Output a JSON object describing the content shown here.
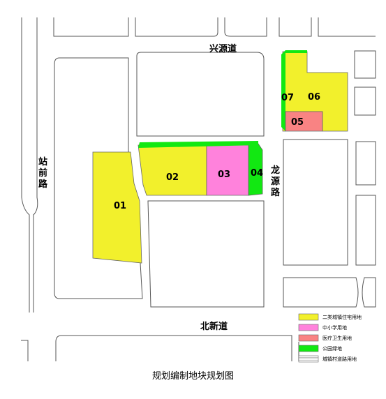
{
  "caption": "规划编制地块规划图",
  "roads": {
    "top": "兴源道",
    "left": "站前路",
    "right": "龙源路",
    "bottom": "北新道"
  },
  "parcels": [
    {
      "id": "01",
      "label": "01",
      "use": "二类城镇住宅用地"
    },
    {
      "id": "02",
      "label": "02",
      "use": "二类城镇住宅用地"
    },
    {
      "id": "03",
      "label": "03",
      "use": "中小学用地"
    },
    {
      "id": "04",
      "label": "04",
      "use": "公园绿地"
    },
    {
      "id": "05",
      "label": "05",
      "use": "医疗卫生用地"
    },
    {
      "id": "06",
      "label": "06",
      "use": "二类城镇住宅用地"
    },
    {
      "id": "07",
      "label": "07",
      "use": "公园绿地"
    }
  ],
  "legend": [
    {
      "label": "二类城镇住宅用地",
      "color": "#f2f02c"
    },
    {
      "label": "中小学用地",
      "color": "#ff82dc"
    },
    {
      "label": "医疗卫生用地",
      "color": "#f98383"
    },
    {
      "label": "公园绿地",
      "color": "#12e812"
    },
    {
      "label": "城镇村道路用地",
      "color": "#ffffff"
    }
  ],
  "colors": {
    "residential": "#f2f02c",
    "school": "#ff82dc",
    "medical": "#f98383",
    "park": "#12e812",
    "outline": "#555555"
  }
}
